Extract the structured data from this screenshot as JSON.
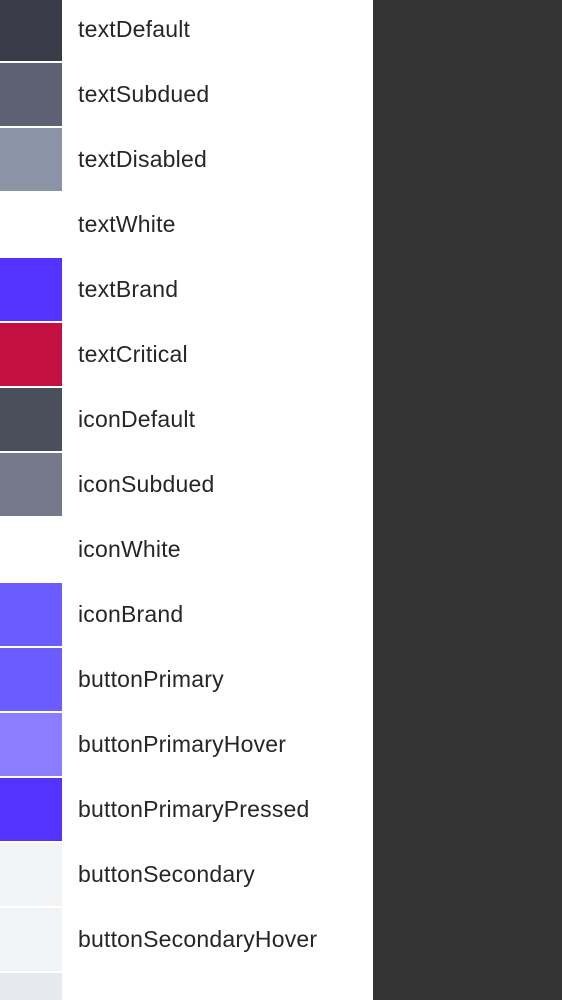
{
  "colors": [
    {
      "name": "textDefault",
      "hex": "#393c48"
    },
    {
      "name": "textSubdued",
      "hex": "#5c6173"
    },
    {
      "name": "textDisabled",
      "hex": "#8b93a7"
    },
    {
      "name": "textWhite",
      "hex": "#ffffff"
    },
    {
      "name": "textBrand",
      "hex": "#5533ff"
    },
    {
      "name": "textCritical",
      "hex": "#c41040"
    },
    {
      "name": "iconDefault",
      "hex": "#4a4f5c"
    },
    {
      "name": "iconSubdued",
      "hex": "#747a8c"
    },
    {
      "name": "iconWhite",
      "hex": "#ffffff"
    },
    {
      "name": "iconBrand",
      "hex": "#6b5cff"
    },
    {
      "name": "buttonPrimary",
      "hex": "#6b5cff"
    },
    {
      "name": "buttonPrimaryHover",
      "hex": "#8a7dff"
    },
    {
      "name": "buttonPrimaryPressed",
      "hex": "#5533ff"
    },
    {
      "name": "buttonSecondary",
      "hex": "#f3f4f6"
    },
    {
      "name": "buttonSecondaryHover",
      "hex": "#f2f3f5"
    },
    {
      "name": "",
      "hex": "#e6e9ee"
    }
  ]
}
